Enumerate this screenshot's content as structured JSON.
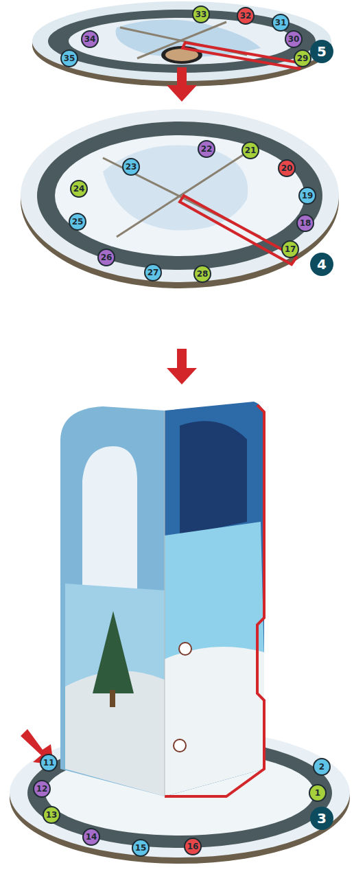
{
  "diagram": {
    "nodes": [
      {
        "text": [
          "5"
        ]
      },
      {
        "text": [
          "4"
        ]
      },
      {
        "text": [
          "3"
        ]
      }
    ],
    "labels": [
      "29",
      "30",
      "31",
      "32",
      "33",
      "34",
      "35",
      "17",
      "18",
      "19",
      "20",
      "21",
      "22",
      "23",
      "24",
      "25",
      "26",
      "27",
      "28",
      "11",
      "12",
      "13",
      "14",
      "15",
      "16",
      "1",
      "2"
    ]
  }
}
